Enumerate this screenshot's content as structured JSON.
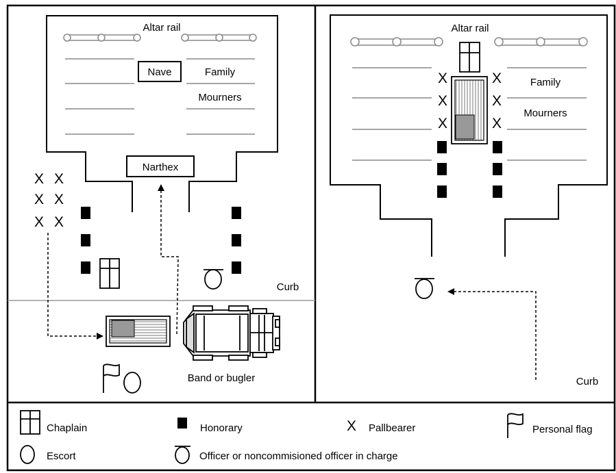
{
  "left_panel": {
    "altar_rail": "Altar rail",
    "nave": "Nave",
    "family": "Family",
    "mourners": "Mourners",
    "narthex": "Narthex",
    "curb": "Curb",
    "band_or_bugler": "Band or bugler"
  },
  "right_panel": {
    "altar_rail": "Altar rail",
    "family": "Family",
    "mourners": "Mourners",
    "curb": "Curb"
  },
  "legend": {
    "chaplain": "Chaplain",
    "honorary": "Honorary",
    "pallbearer": "Pallbearer",
    "personal_flag": "Personal flag",
    "escort": "Escort",
    "officer_in_charge": "Officer or noncommisioned officer in charge"
  },
  "symbols": {
    "pallbearer": "X"
  },
  "colors": {
    "line": "#000000",
    "pew": "#888888",
    "casket_box": "#999999",
    "grid": "#999999"
  }
}
